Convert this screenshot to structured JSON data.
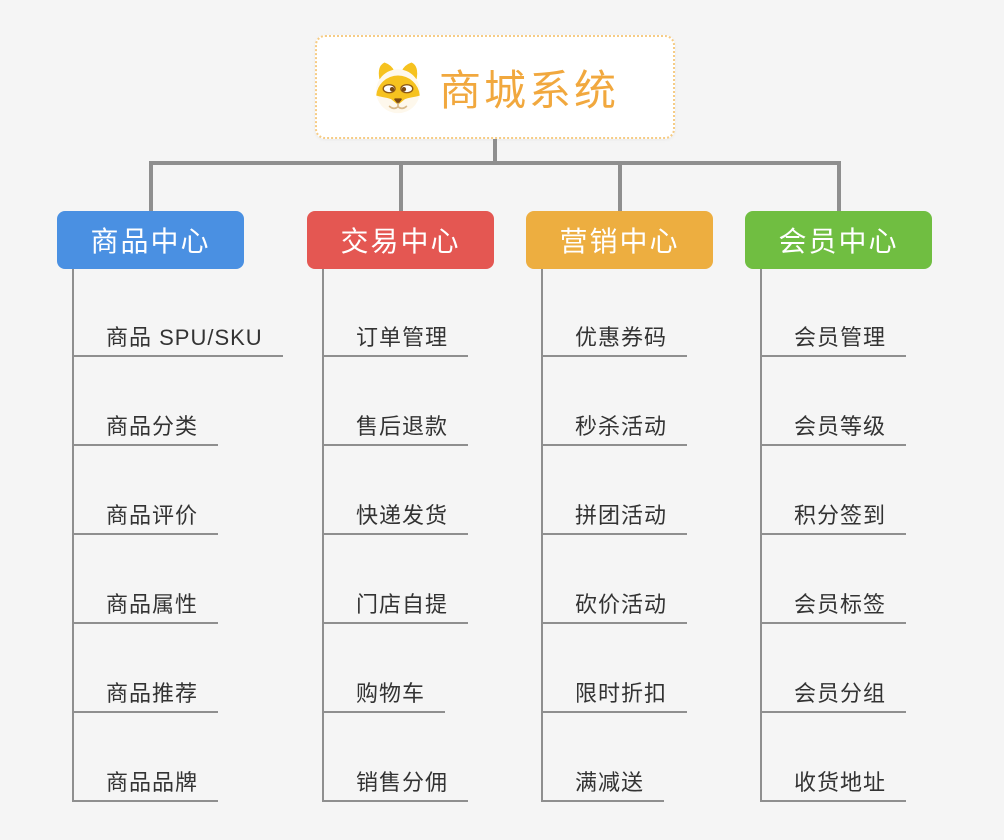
{
  "root": {
    "title": "商城系统",
    "icon": "dog-face",
    "title_color": "#F1A83E",
    "border_color": "#F6CC85"
  },
  "branches": [
    {
      "label": "商品中心",
      "color": "#4A90E2",
      "items": [
        "商品 SPU/SKU",
        "商品分类",
        "商品评价",
        "商品属性",
        "商品推荐",
        "商品品牌"
      ]
    },
    {
      "label": "交易中心",
      "color": "#E45752",
      "items": [
        "订单管理",
        "售后退款",
        "快递发货",
        "门店自提",
        "购物车",
        "销售分佣"
      ]
    },
    {
      "label": "营销中心",
      "color": "#EDAE40",
      "items": [
        "优惠券码",
        "秒杀活动",
        "拼团活动",
        "砍价活动",
        "限时折扣",
        "满减送"
      ]
    },
    {
      "label": "会员中心",
      "color": "#70BE41",
      "items": [
        "会员管理",
        "会员等级",
        "积分签到",
        "会员标签",
        "会员分组",
        "收货地址"
      ]
    }
  ],
  "colors": {
    "background": "#F5F5F5",
    "connector": "#8F8F8F",
    "leaf_text": "#333333",
    "branch_text": "#FFFFFF",
    "root_bg": "#FFFFFF"
  }
}
